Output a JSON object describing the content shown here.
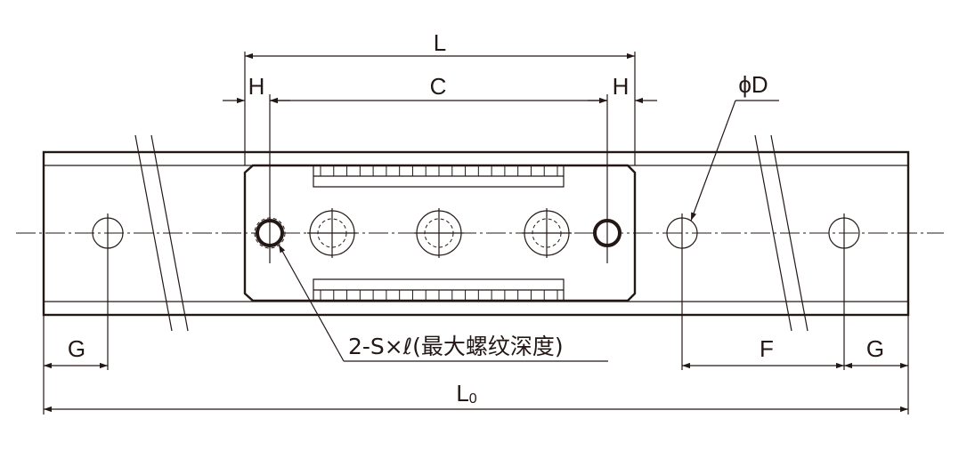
{
  "labels": {
    "L": "L",
    "C": "C",
    "H_left": "H",
    "H_right": "H",
    "phiD": "ϕD",
    "G_left": "G",
    "G_right": "G",
    "F": "F",
    "L0_main": "L",
    "L0_sub": "0",
    "tap_note": "2-S×ℓ(最大螺纹深度)"
  },
  "colors": {
    "ink": "#231815",
    "background": "#ffffff",
    "carriage_fill": "#d9d9d9"
  }
}
